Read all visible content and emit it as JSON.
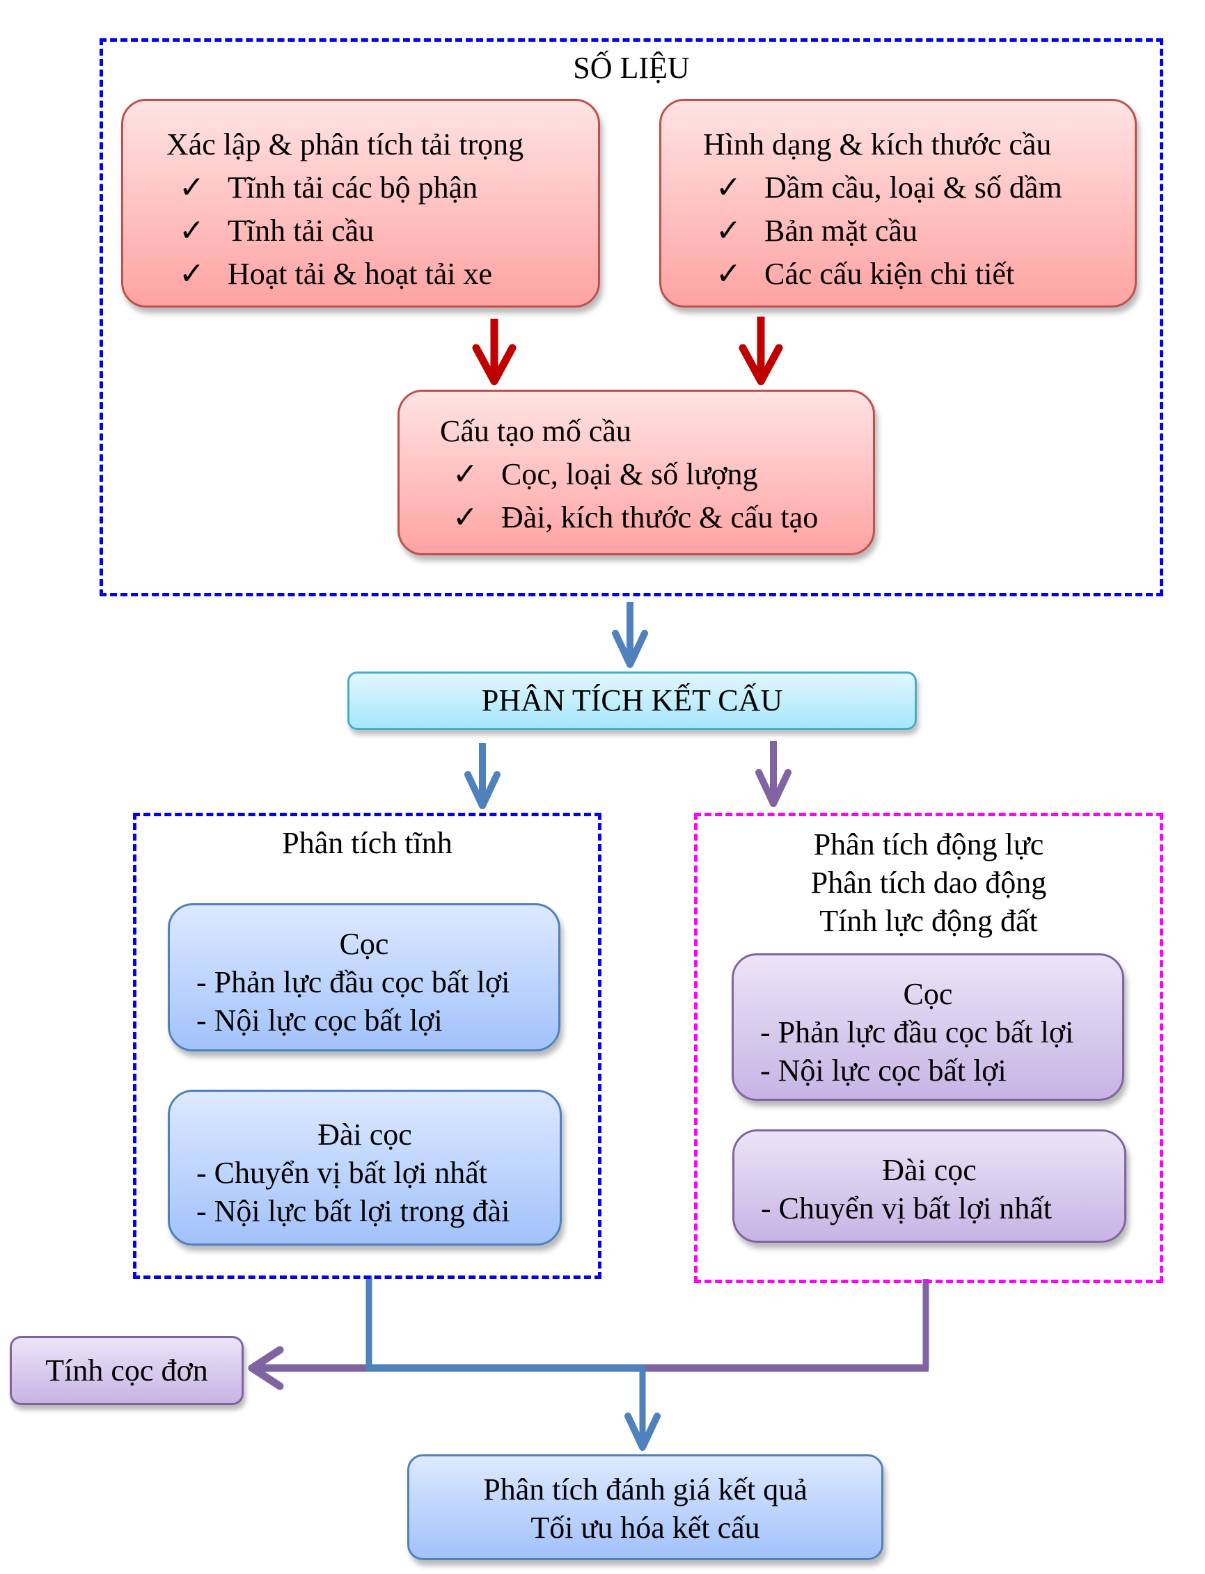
{
  "data_section": {
    "title": "SỐ LIỆU",
    "load_box": {
      "heading": "Xác lập & phân tích tải trọng",
      "items": [
        "Tĩnh tải các bộ phận",
        "Tĩnh tải cầu",
        "Hoạt tải & hoạt tải xe"
      ]
    },
    "geometry_box": {
      "heading": "Hình dạng & kích thước cầu",
      "items": [
        "Dầm cầu, loại & số dầm",
        "Bản mặt cầu",
        "Các cấu kiện chi tiết"
      ]
    },
    "abutment_box": {
      "heading": "Cấu tạo mố cầu",
      "items": [
        "Cọc, loại & số lượng",
        "Đài, kích thước & cấu tạo"
      ]
    },
    "check_glyph": "✓"
  },
  "structural_analysis": {
    "label": "PHÂN TÍCH KẾT CẤU"
  },
  "static_analysis": {
    "title": "Phân tích tĩnh",
    "pile_box": {
      "lines": [
        "Cọc",
        "- Phản lực đầu cọc bất lợi",
        "- Nội lực cọc bất lợi"
      ]
    },
    "cap_box": {
      "lines": [
        "Đài cọc",
        "- Chuyển vị bất lợi nhất",
        "- Nội lực bất lợi trong đài"
      ]
    }
  },
  "dynamic_analysis": {
    "title_lines": [
      "Phân tích động lực",
      "Phân tích dao động",
      "Tính lực động đất"
    ],
    "pile_box": {
      "lines": [
        "Cọc",
        "- Phản lực đầu cọc bất lợi",
        "- Nội lực cọc bất lợi"
      ]
    },
    "cap_box": {
      "lines": [
        "Đài cọc",
        "- Chuyển vị bất lợi nhất"
      ]
    }
  },
  "single_pile": {
    "label": "Tính cọc đơn"
  },
  "result_box": {
    "lines": [
      "Phân tích đánh giá kết quả",
      "Tối ưu hóa kết cấu"
    ]
  },
  "colors": {
    "data_border": "#0000ee",
    "dynamic_border": "#ff00ff",
    "red_arrow": "#c00000",
    "blue_arrow": "#4f81bd",
    "purple_arrow": "#8064a2"
  }
}
